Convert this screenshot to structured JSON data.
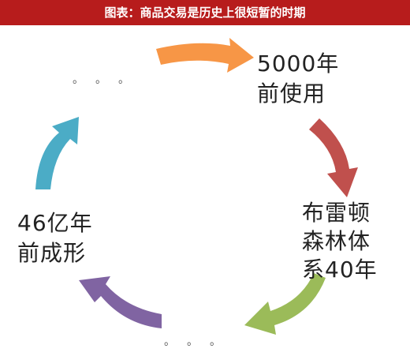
{
  "title": "图表：商品交易是历史上很短暂的时期",
  "nodes": {
    "top_right_line1": "5000年",
    "top_right_line2": "前使用",
    "right_line1": "布雷顿",
    "right_line2": "森林体",
    "right_line3": "系40年",
    "left_line1": "46亿年",
    "left_line2": "前成形",
    "top_left_dots": "。。。",
    "bottom_dots": "。。。"
  },
  "colors": {
    "title_bg": "#b71c1c",
    "arrow_top": "#f79646",
    "arrow_right": "#c0504d",
    "arrow_bottom_right": "#9bbb59",
    "arrow_bottom_left": "#8064a2",
    "arrow_left": "#4bacc6"
  }
}
